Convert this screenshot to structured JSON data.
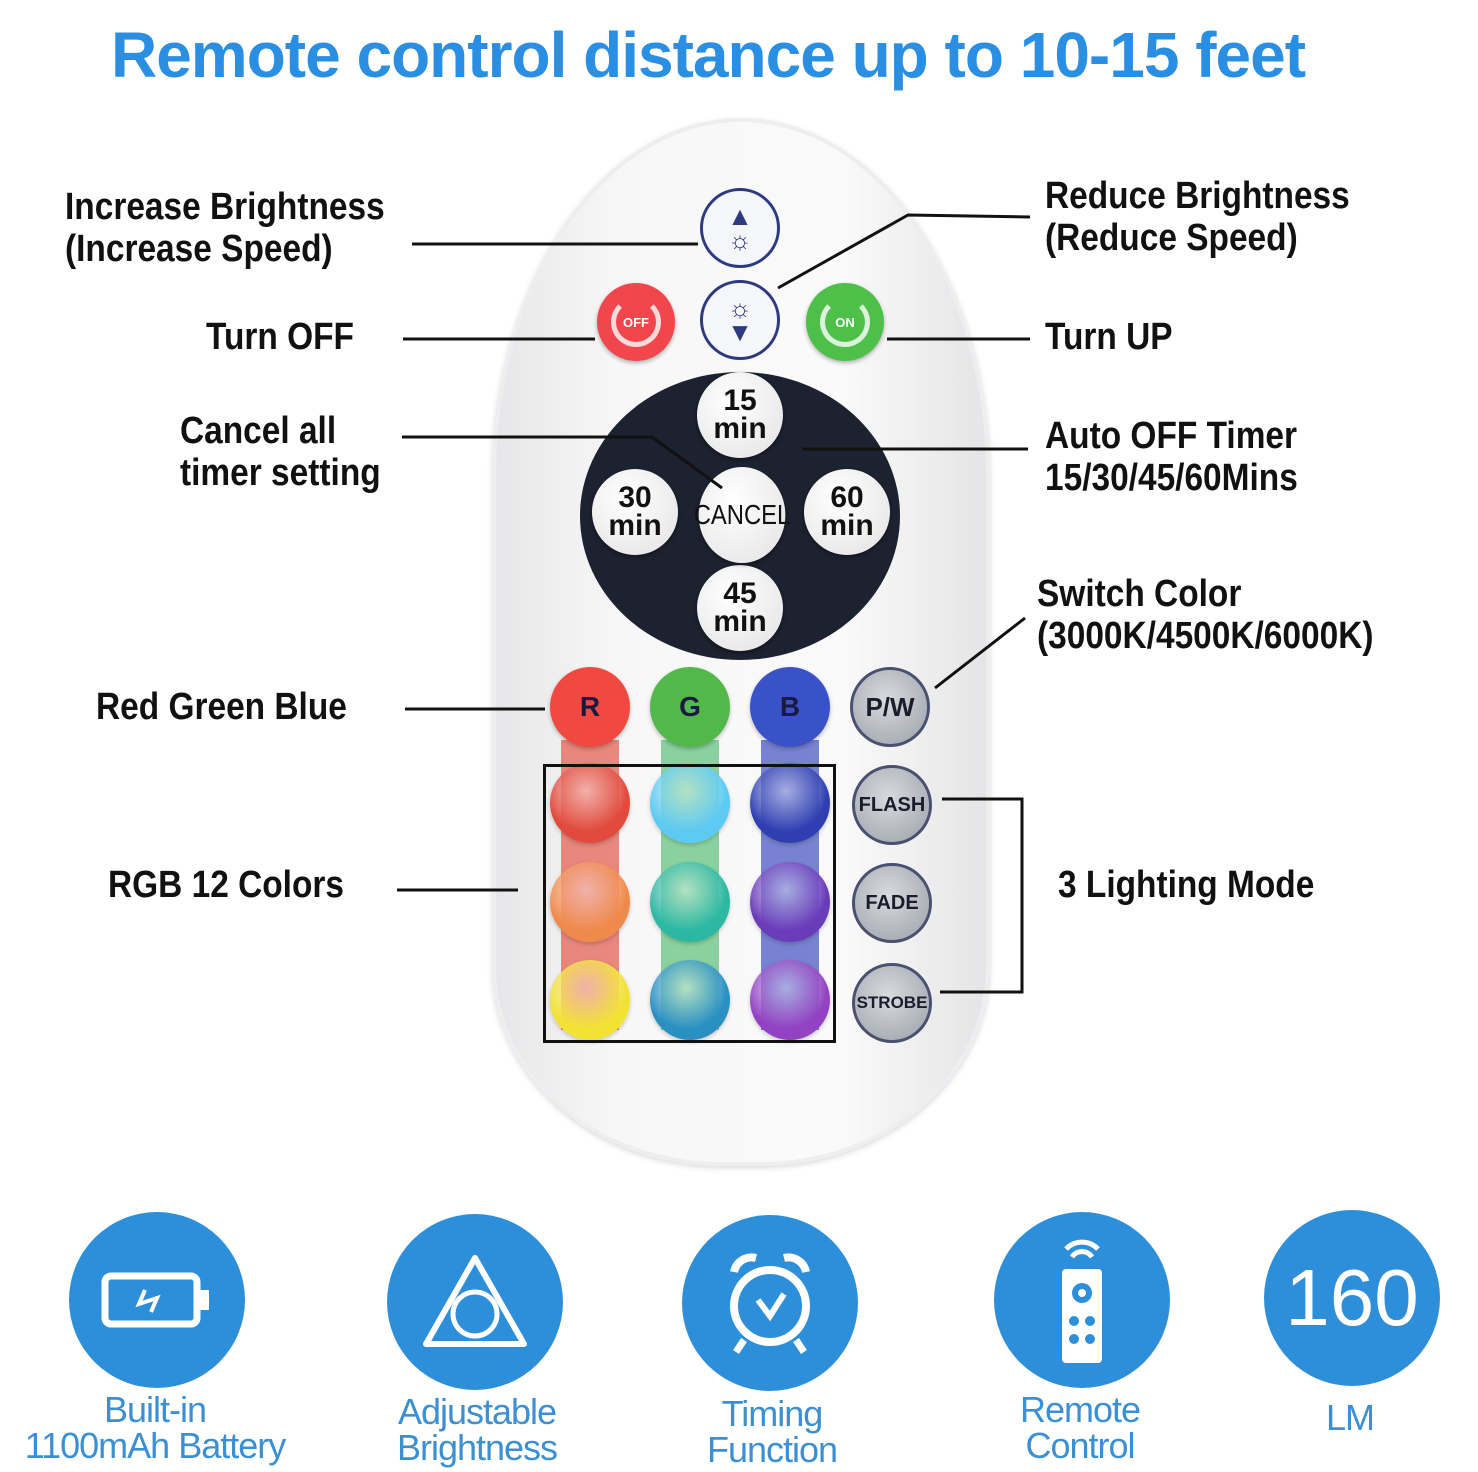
{
  "title": "Remote control distance up to 10-15 feet",
  "remote": {
    "power_off": "OFF",
    "power_on": "ON",
    "timers": {
      "t15": [
        "15",
        "min"
      ],
      "t30": [
        "30",
        "min"
      ],
      "t45": [
        "45",
        "min"
      ],
      "t60": [
        "60",
        "min"
      ],
      "cancel": "CANCEL"
    },
    "rgb": [
      "R",
      "G",
      "B"
    ],
    "pw": "P/W",
    "modes": [
      "FLASH",
      "FADE",
      "STROBE"
    ],
    "colors": [
      "#e14a3c",
      "#5ccaf2",
      "#2f3fb2",
      "#f08a4c",
      "#2cb8a2",
      "#6a3cba",
      "#f2e234",
      "#2a90c2",
      "#9242c2"
    ],
    "rgb_colors": [
      "#f04a40",
      "#52b84a",
      "#3a52c8"
    ]
  },
  "labels": {
    "increase": [
      "Increase Brightness",
      "(Increase Speed)"
    ],
    "reduce": [
      "Reduce Brightness",
      "(Reduce Speed)"
    ],
    "turn_off": "Turn OFF",
    "turn_up": "Turn UP",
    "cancel": [
      "Cancel all",
      "timer setting"
    ],
    "auto_off": [
      "Auto OFF Timer",
      "15/30/45/60Mins"
    ],
    "switch_color": [
      "Switch Color",
      "(3000K/4500K/6000K)"
    ],
    "rgb": "Red Green Blue",
    "rgb12": "RGB 12 Colors",
    "modes": "3 Lighting Mode"
  },
  "features": [
    {
      "icon": "battery-icon",
      "lines": [
        "Built-in",
        "1100mAh Battery"
      ]
    },
    {
      "icon": "brightness-icon",
      "lines": [
        "Adjustable",
        "Brightness"
      ]
    },
    {
      "icon": "alarm-clock-icon",
      "lines": [
        "Timing",
        "Function"
      ]
    },
    {
      "icon": "remote-icon",
      "lines": [
        "Remote",
        "Control"
      ]
    },
    {
      "icon": "lumens-value",
      "value": "160",
      "lines": [
        "LM"
      ]
    }
  ]
}
